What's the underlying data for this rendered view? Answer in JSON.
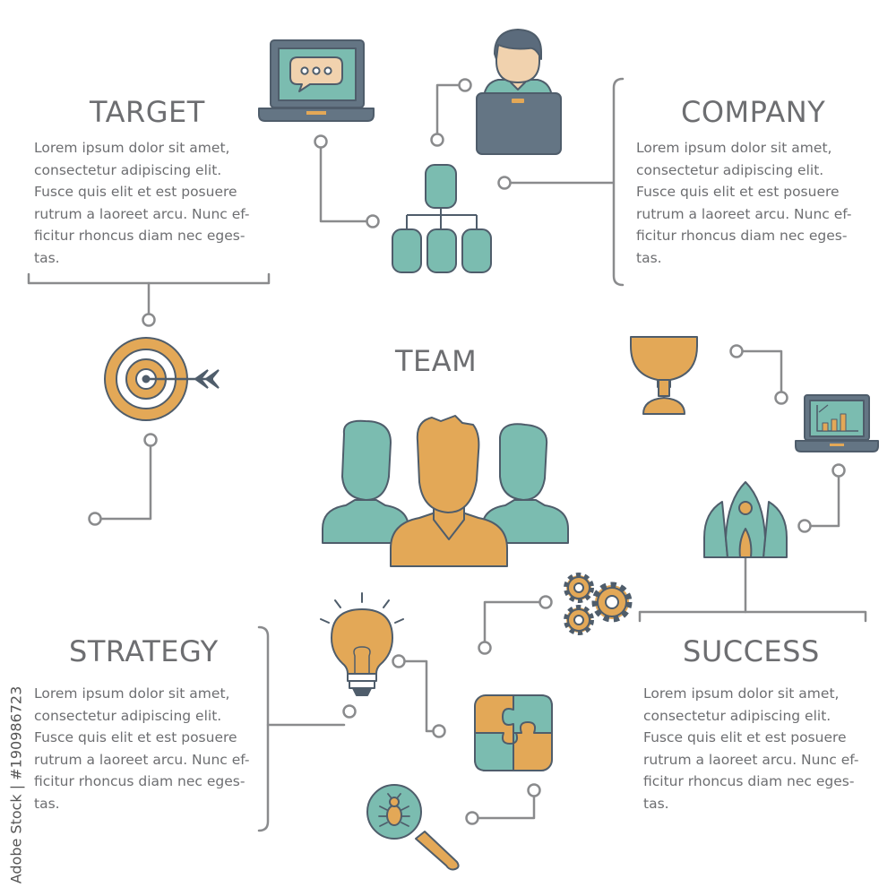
{
  "sections": {
    "target": {
      "title": "TARGET",
      "lines": [
        "Lorem ipsum dolor sit amet,",
        "consectetur adipiscing elit.",
        "Fusce quis elit et est posuere",
        "rutrum a laoreet arcu. Nunc ef-",
        "ficitur rhoncus diam nec eges-",
        "tas."
      ]
    },
    "company": {
      "title": "COMPANY",
      "lines": [
        "Lorem ipsum dolor sit amet,",
        "consectetur adipiscing elit.",
        "Fusce quis elit et est posuere",
        "rutrum a laoreet arcu. Nunc ef-",
        "ficitur rhoncus diam nec eges-",
        "tas."
      ]
    },
    "team": {
      "title": "TEAM"
    },
    "strategy": {
      "title": "STRATEGY",
      "lines": [
        "Lorem ipsum dolor sit amet,",
        "consectetur adipiscing elit.",
        "Fusce quis elit et est posuere",
        "rutrum a laoreet arcu. Nunc ef-",
        "ficitur rhoncus diam nec eges-",
        "tas."
      ]
    },
    "success": {
      "title": "SUCCESS",
      "lines": [
        "Lorem ipsum dolor sit amet,",
        "consectetur adipiscing elit.",
        "Fusce quis elit et est posuere",
        "rutrum a laoreet arcu. Nunc ef-",
        "ficitur rhoncus diam nec eges-",
        "tas."
      ]
    }
  },
  "watermark": "Adobe Stock | #190986723",
  "colors": {
    "teal": "#7bbcb0",
    "orange": "#e3a857",
    "outline": "#4f5d6b",
    "line": "#8a8b8d",
    "text": "#6d6e71",
    "skin": "#f1d2ae",
    "hair": "#5b6b7c",
    "laptop": "#647584"
  },
  "icons": [
    "laptop-chat-icon",
    "manager-icon",
    "org-chart-icon",
    "target-icon",
    "trophy-icon",
    "laptop-chart-icon",
    "rocket-icon",
    "team-icon",
    "gears-icon",
    "lightbulb-icon",
    "puzzle-icon",
    "bug-search-icon"
  ]
}
